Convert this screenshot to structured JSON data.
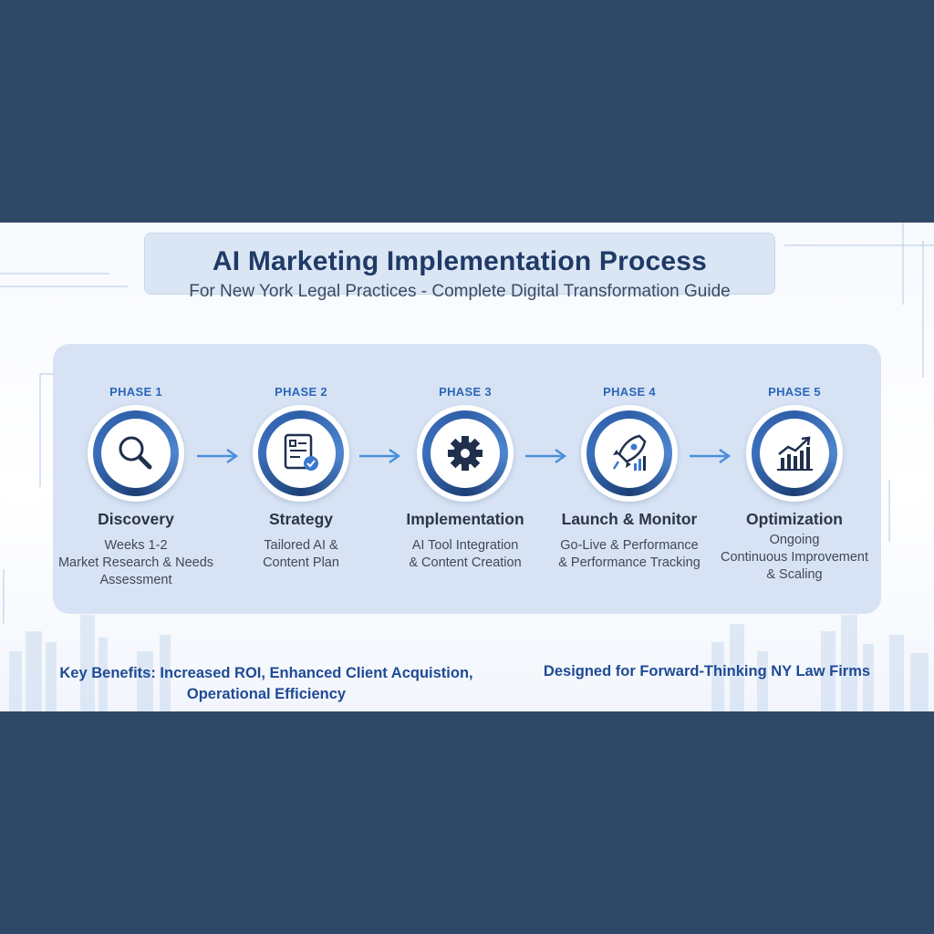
{
  "header": {
    "title": "AI Marketing Implementation Process",
    "subtitle": "For New York Legal Practices - Complete Digital Transformation Guide"
  },
  "phases": [
    {
      "label": "PHASE 1",
      "name": "Discovery",
      "line1": "Weeks 1-2",
      "line2": "Market Research & Needs",
      "line3": "Assessment",
      "icon": "magnifier-icon"
    },
    {
      "label": "PHASE 2",
      "name": "Strategy",
      "line1": "Tailored AI &",
      "line2": "Content Plan",
      "line3": "",
      "icon": "checklist-icon"
    },
    {
      "label": "PHASE 3",
      "name": "Implementation",
      "line1": "AI Tool Integration",
      "line2": "& Content Creation",
      "line3": "",
      "icon": "gear-icon"
    },
    {
      "label": "PHASE 4",
      "name": "Launch & Monitor",
      "line1": "Go-Live & Performance",
      "line2": "& Performance Tracking",
      "line3": "",
      "icon": "rocket-icon"
    },
    {
      "label": "PHASE 5",
      "name": "Optimization",
      "line1": "Ongoing",
      "line2": "Continuous Improvement",
      "line3": "& Scaling",
      "icon": "growth-chart-icon"
    }
  ],
  "footer": {
    "benefits_line1": "Key Benefits: Increased ROI, Enhanced Client Acquistion,",
    "benefits_line2": "Operational Efficiency",
    "tagline": "Designed for Forward-Thinking NY Law Firms"
  },
  "colors": {
    "band": "#2f4868",
    "card": "#d7e3f4",
    "accent": "#2b66b8",
    "arrow": "#4a8fdc",
    "text_dark": "#2b3548"
  }
}
